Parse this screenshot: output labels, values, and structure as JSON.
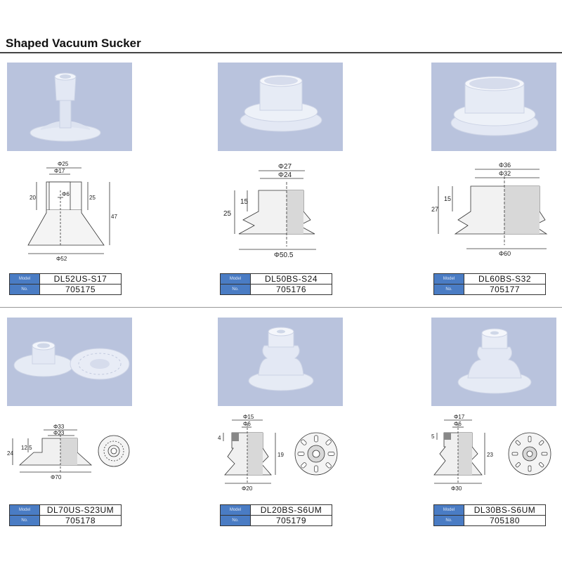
{
  "page": {
    "title": "Shaped Vacuum Sucker"
  },
  "table_labels": {
    "model_label": "Model",
    "no_label": "No."
  },
  "products": [
    {
      "model": "DL52US-S17",
      "no": "705175",
      "dims": {
        "d1": "Φ25",
        "d2": "Φ17",
        "d3": "Φ6",
        "h1": "20",
        "h2": "25",
        "h3": "47",
        "base": "Φ52"
      }
    },
    {
      "model": "DL50BS-S24",
      "no": "705176",
      "dims": {
        "d1": "Φ27",
        "d2": "Φ24",
        "h1": "15",
        "h2": "25",
        "base": "Φ50.5"
      }
    },
    {
      "model": "DL60BS-S32",
      "no": "705177",
      "dims": {
        "d1": "Φ36",
        "d2": "Φ32",
        "h1": "15",
        "h2": "27",
        "base": "Φ60"
      }
    },
    {
      "model": "DL70US-S23UM",
      "no": "705178",
      "dims": {
        "d1": "Φ33",
        "d2": "Φ23",
        "h1": "12.5",
        "h2": "24",
        "base": "Φ70"
      }
    },
    {
      "model": "DL20BS-S6UM",
      "no": "705179",
      "dims": {
        "d1": "Φ15",
        "d2": "Φ6",
        "h1": "4",
        "h2": "19",
        "base": "Φ20"
      }
    },
    {
      "model": "DL30BS-S6UM",
      "no": "705180",
      "dims": {
        "d1": "Φ17",
        "d2": "Φ6",
        "h1": "5",
        "h2": "23",
        "base": "Φ30"
      }
    }
  ]
}
